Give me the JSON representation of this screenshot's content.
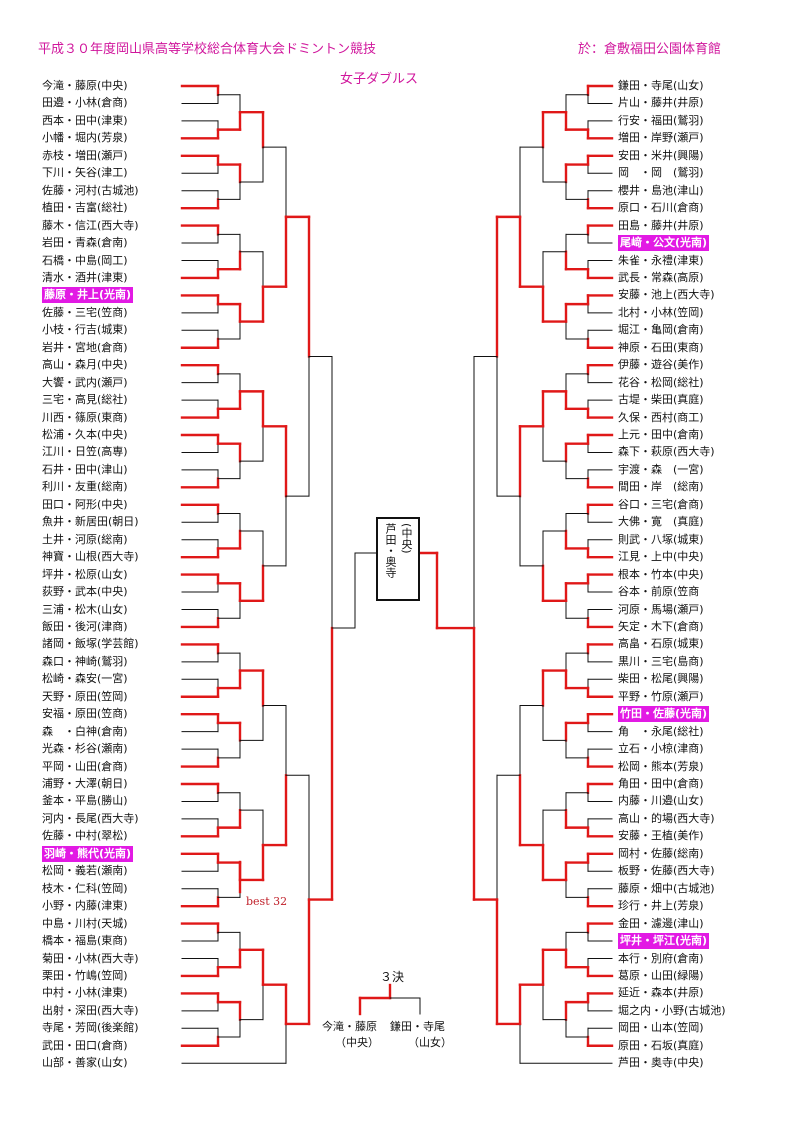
{
  "header": {
    "title": "平成３０年度岡山県高等学校総合体育大会ドミントン競技",
    "venue": "於：倉敷福田公園体育館",
    "event": "女子ダブルス"
  },
  "colors": {
    "bracket_red": "#e01818",
    "bracket_black": "#111111",
    "highlight_bg": "#e21ae4",
    "header_text": "#d0169c"
  },
  "left_players": [
    "今滝・藤原(中央)",
    "田邉・小林(倉商)",
    "西本・田中(津東)",
    "小幡・堀内(芳泉)",
    "赤枝・増田(瀬戸)",
    "下川・矢谷(津工)",
    "佐藤・河村(古城池)",
    "植田・吉富(総社)",
    "藤木・信江(西大寺)",
    "岩田・青森(倉南)",
    "石橋・中島(岡工)",
    "清水・酒井(津東)",
    "藤原・井上(光南)",
    "佐藤・三宅(笠商)",
    "小枝・行吉(城東)",
    "岩井・宮地(倉商)",
    "高山・森月(中央)",
    "大饗・武内(瀬戸)",
    "三宅・高見(総社)",
    "川西・篠原(東商)",
    "松浦・久本(中央)",
    "江川・日笠(高専)",
    "石井・田中(津山)",
    "利川・友重(総南)",
    "田口・阿形(中央)",
    "魚井・新居田(朝日)",
    "土井・河原(総南)",
    "神寶・山根(西大寺)",
    "坪井・松原(山女)",
    "荻野・武本(中央)",
    "三浦・松木(山女)",
    "飯田・後河(津商)",
    "諸岡・飯塚(学芸館)",
    "森口・神崎(鷲羽)",
    "松崎・森安(一宮)",
    "天野・原田(笠岡)",
    "安福・原田(笠商)",
    "森　・白神(倉南)",
    "光森・杉谷(瀬南)",
    "平岡・山田(倉商)",
    "浦野・大澤(朝日)",
    "釜本・平島(勝山)",
    "河内・長尾(西大寺)",
    "佐藤・中村(翠松)",
    "羽崎・熊代(光南)",
    "松岡・義若(瀬南)",
    "枝木・仁科(笠岡)",
    "小野・内藤(津東)",
    "中島・川村(天城)",
    "橋本・福島(東商)",
    "菊田・小林(西大寺)",
    "栗田・竹嶋(笠岡)",
    "中村・小林(津東)",
    "出射・深田(西大寺)",
    "寺尾・芳岡(後楽館)",
    "武田・田口(倉商)",
    "山部・善家(山女)"
  ],
  "right_players": [
    "鎌田・寺尾(山女)",
    "片山・藤井(井原)",
    "行安・福田(鷲羽)",
    "増田・岸野(瀬戸)",
    "安田・米井(興陽)",
    "岡　・岡　(鷲羽)",
    "櫻井・島池(津山)",
    "原口・石川(倉商)",
    "田島・藤井(井原)",
    "尾﨑・公文(光南)",
    "朱雀・永禮(津東)",
    "武長・常森(高原)",
    "安藤・池上(西大寺)",
    "北村・小林(笠岡)",
    "堀江・亀岡(倉南)",
    "神原・石田(東商)",
    "伊藤・遊谷(美作)",
    "花谷・松岡(総社)",
    "古堤・柴田(真庭)",
    "久保・西村(商工)",
    "上元・田中(倉南)",
    "森下・萩原(西大寺)",
    "宇渡・森　(一宮)",
    "間田・岸　(総南)",
    "谷口・三宅(倉商)",
    "大佛・寛　(真庭)",
    "則武・八塚(城東)",
    "江見・上中(中央)",
    "根本・竹本(中央)",
    "谷本・前原(笠商",
    "河原・馬場(瀬戸)",
    "矢定・木下(倉商)",
    "高畠・石原(城東)",
    "黒川・三宅(島商)",
    "柴田・松尾(興陽)",
    "平野・竹原(瀬戸)",
    "竹田・佐藤(光南)",
    "角　・永尾(総社)",
    "立石・小椋(津商)",
    "松岡・熊本(芳泉)",
    "角田・田中(倉商)",
    "内藤・川邉(山女)",
    "高山・的場(西大寺)",
    "安藤・王植(美作)",
    "岡村・佐藤(総南)",
    "板野・佐藤(西大寺)",
    "藤原・畑中(古城池)",
    "珍行・井上(芳泉)",
    "金田・濾邊(津山)",
    "坪井・坪江(光南)",
    "本行・別府(倉南)",
    "葛原・山田(緑陽)",
    "延近・森本(井原)",
    "堀之内・小野(古城池)",
    "岡田・山本(笠岡)",
    "原田・石坂(真庭)",
    "芦田・奥寺(中央)"
  ],
  "highlighted_left": [
    12,
    44
  ],
  "highlighted_right": [
    9,
    36,
    49
  ],
  "champion": {
    "name": "芦田・奥寺",
    "school": "(中央)"
  },
  "best32_label": "best 32",
  "third_place": {
    "title": "３決",
    "left_names": "今滝・藤原",
    "left_school": "（中央）",
    "right_names": "鎌田・寺尾",
    "right_school": "（山女）"
  }
}
